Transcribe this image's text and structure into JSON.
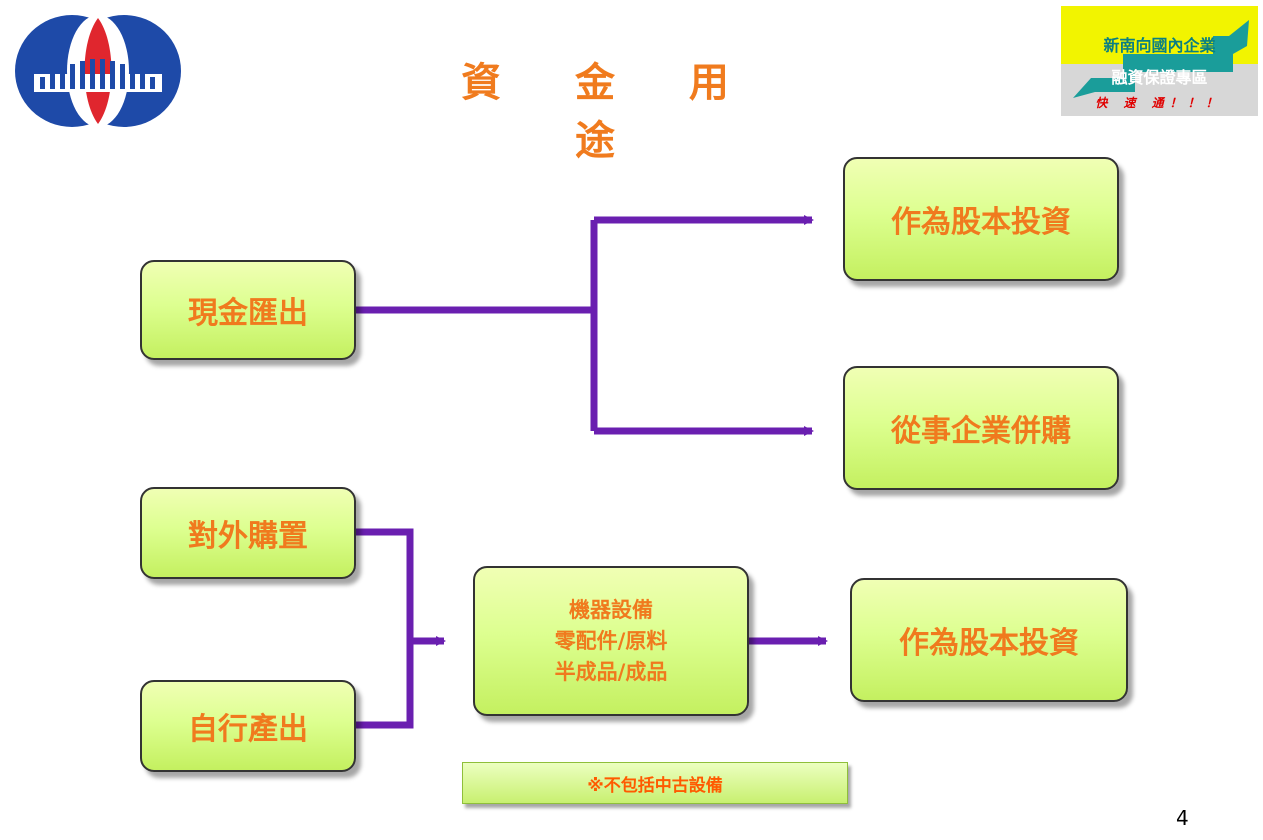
{
  "title": "資 金 用 途",
  "badge": {
    "line1": "新南向國內企業",
    "line2": "融資保證專區",
    "line3": "快 速 通！！！"
  },
  "diagram": {
    "box_cash_out": "現金匯出",
    "box_equity_1": "作為股本投資",
    "box_mna": "從事企業併購",
    "box_purchase": "對外購置",
    "box_produce": "自行產出",
    "box_items": [
      "機器設備",
      "零配件/原料",
      "半成品/成品"
    ],
    "box_equity_2": "作為股本投資"
  },
  "note": "※不包括中古設備",
  "page_number": "4",
  "colors": {
    "accent": "#f07a1e",
    "line": "#6a1fb0",
    "box_fill": "#ddff90",
    "badge_bg": "#f2f400",
    "badge_teal": "#1a9d9a"
  }
}
